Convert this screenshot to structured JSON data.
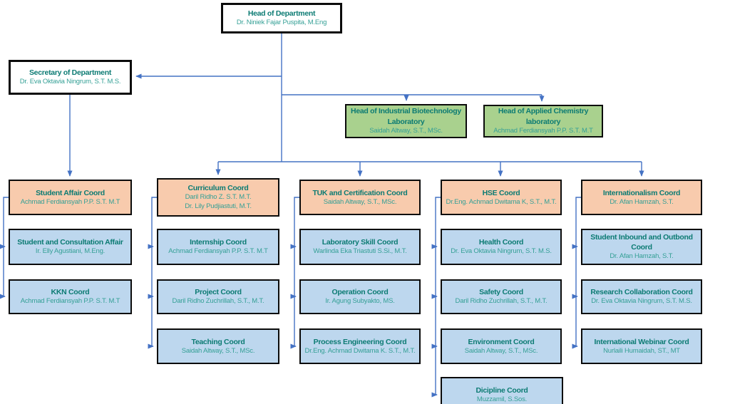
{
  "colors": {
    "connector_blue": "#4472C4",
    "title_text": "#0C7B73",
    "person_text": "#35A096",
    "box_border": "#0B0B0B",
    "fill_white": "#FFFFFF",
    "fill_green": "#A9D18E",
    "fill_orange": "#F8CBAD",
    "fill_blue": "#BDD7EE"
  },
  "root": {
    "title": "Head of Department",
    "name": "Dr. Niniek Fajar Puspita, M.Eng"
  },
  "secretary": {
    "title": "Secretary of Department",
    "name": "Dr. Eva Oktavia Ningrum, S.T. M.S."
  },
  "labs": [
    {
      "title": "Head of Industrial Biotechnology Laboratory",
      "name": "Saidah Altway, S.T., MSc."
    },
    {
      "title": "Head of Applied Chemistry laboratory",
      "name": "Achmad Ferdiansyah P.P. S.T. M.T"
    }
  ],
  "columns": [
    {
      "head": {
        "title": "Student Affair Coord",
        "name": "Achmad Ferdiansyah P.P. S.T. M.T"
      },
      "items": [
        {
          "title": "Student and Consultation Affair",
          "name": "Ir. Elly Agustiani, M.Eng."
        },
        {
          "title": "KKN Coord",
          "name": "Achmad Ferdiansyah P.P. S.T. M.T"
        }
      ]
    },
    {
      "head": {
        "title": "Curriculum Coord",
        "name": "Daril Ridho Z. S.T. M.T.",
        "name2": "Dr. Lily Pudjiastuti, M.T."
      },
      "items": [
        {
          "title": "Internship Coord",
          "name": "Achmad Ferdiansyah P.P. S.T. M.T"
        },
        {
          "title": "Project Coord",
          "name": "Daril Ridho Zuchrillah, S.T., M.T."
        },
        {
          "title": "Teaching Coord",
          "name": "Saidah Altway, S.T., MSc."
        }
      ]
    },
    {
      "head": {
        "title": "TUK and Certification Coord",
        "name": "Saidah Altway, S.T., MSc."
      },
      "items": [
        {
          "title": "Laboratory Skill Coord",
          "name": "Warlinda Eka Triastuti S.Si., M.T."
        },
        {
          "title": "Operation Coord",
          "name": "Ir. Agung Subyakto, MS."
        },
        {
          "title": "Process Engineering Coord",
          "name": "Dr.Eng. Achmad Dwitama K. S.T., M.T."
        }
      ]
    },
    {
      "head": {
        "title": "HSE Coord",
        "name": "Dr.Eng. Achmad Dwitama K, S.T., M.T."
      },
      "items": [
        {
          "title": "Health Coord",
          "name": "Dr. Eva Oktavia Ningrum, S.T. M.S."
        },
        {
          "title": "Safety Coord",
          "name": "Daril Ridho Zuchrillah, S.T., M.T."
        },
        {
          "title": "Environment Coord",
          "name": "Saidah Altway, S.T., MSc."
        },
        {
          "title": "Dicipline Coord",
          "name": "Muzzamil, S.Sos."
        }
      ]
    },
    {
      "head": {
        "title": "Internationalism Coord",
        "name": "Dr. Afan Hamzah, S.T."
      },
      "items": [
        {
          "title": "Student Inbound and Outbond Coord",
          "name": "Dr. Afan Hamzah, S.T."
        },
        {
          "title": "Research Collaboration Coord",
          "name": "Dr. Eva Oktavia Ningrum, S.T. M.S."
        },
        {
          "title": "International Webinar Coord",
          "name": "Nurlaili Humaidah, ST., MT"
        }
      ]
    }
  ]
}
